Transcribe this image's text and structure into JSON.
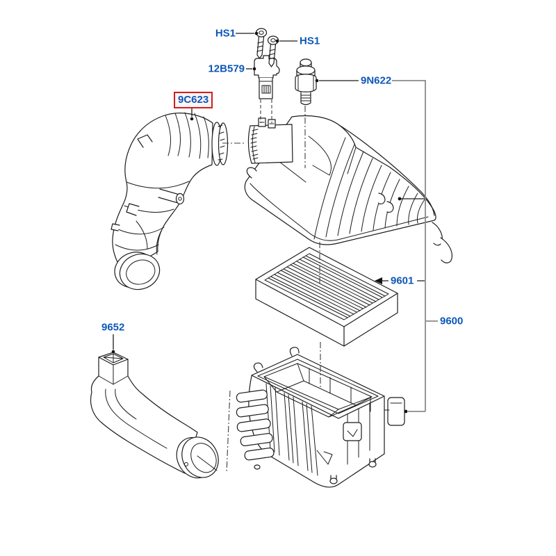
{
  "diagram": {
    "highlighted_part": "9C623",
    "colors": {
      "label_text": "#0d57b8",
      "highlight_box_border": "#cf1f1f",
      "part_line": "#1b1b1b",
      "bracket_line": "#8a8a8a",
      "background": "#ffffff"
    },
    "labels": {
      "hs1_left": "HS1",
      "hs1_right": "HS1",
      "maf_sensor": "12B579",
      "vent_valve": "9N622",
      "intake_hose": "9C623",
      "air_filter_element": "9601",
      "air_cleaner_assembly": "9600",
      "intake_duct": "9652"
    }
  }
}
